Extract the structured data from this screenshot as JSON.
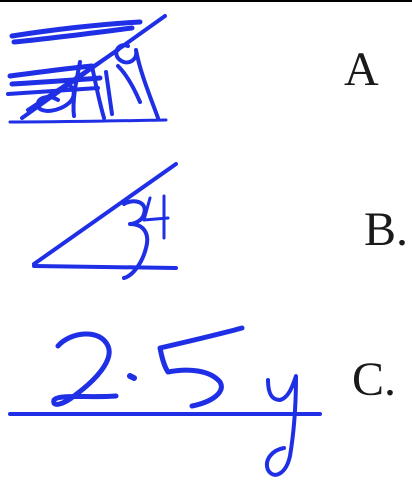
{
  "options": [
    {
      "letter": "A",
      "handwritten": ""
    },
    {
      "letter": "B.",
      "handwritten": "34"
    },
    {
      "letter": "C.",
      "handwritten": "2.5 y"
    }
  ],
  "colors": {
    "ink": "#1f2fe6",
    "print_text": "#1a1a1a",
    "background": "#ffffff",
    "top_border": "#000000"
  }
}
